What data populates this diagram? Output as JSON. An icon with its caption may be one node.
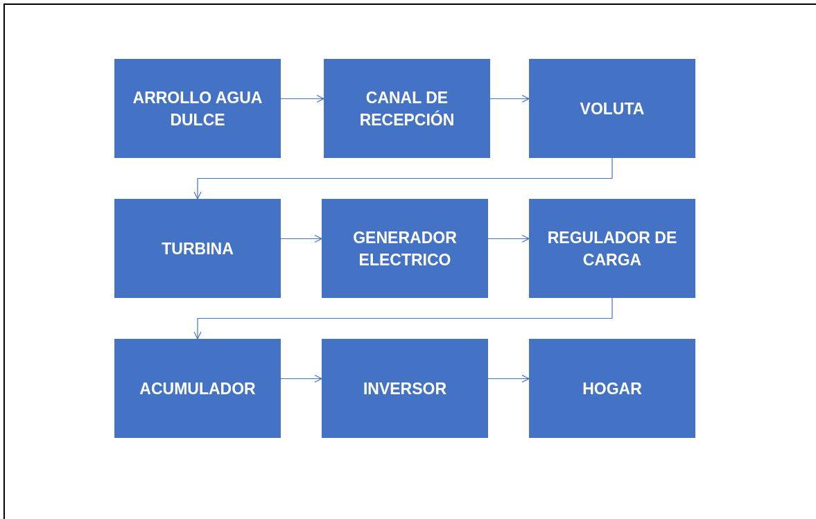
{
  "diagram": {
    "nodes": [
      {
        "text": [
          "ARROLLO AGUA DULCE"
        ]
      },
      {
        "text": [
          "CANAL DE RECEPCIÓN"
        ]
      },
      {
        "text": [
          "VOLUTA"
        ]
      },
      {
        "text": [
          "TURBINA"
        ]
      },
      {
        "text": [
          "GENERADOR ELECTRICO"
        ]
      },
      {
        "text": [
          "REGULADOR DE CARGA"
        ]
      },
      {
        "text": [
          "ACUMULADOR"
        ]
      },
      {
        "text": [
          "INVERSOR"
        ]
      },
      {
        "text": [
          "HOGAR"
        ]
      }
    ],
    "edges": [
      {
        "from": 0,
        "to": 1,
        "arrow": "to"
      },
      {
        "from": 1,
        "to": 2,
        "arrow": "to"
      },
      {
        "from": 2,
        "to": 3,
        "arrow": "to"
      },
      {
        "from": 3,
        "to": 4,
        "arrow": "to"
      },
      {
        "from": 4,
        "to": 5,
        "arrow": "to"
      },
      {
        "from": 5,
        "to": 6,
        "arrow": "to"
      },
      {
        "from": 6,
        "to": 7,
        "arrow": "to"
      },
      {
        "from": 7,
        "to": 8,
        "arrow": "to"
      }
    ]
  }
}
